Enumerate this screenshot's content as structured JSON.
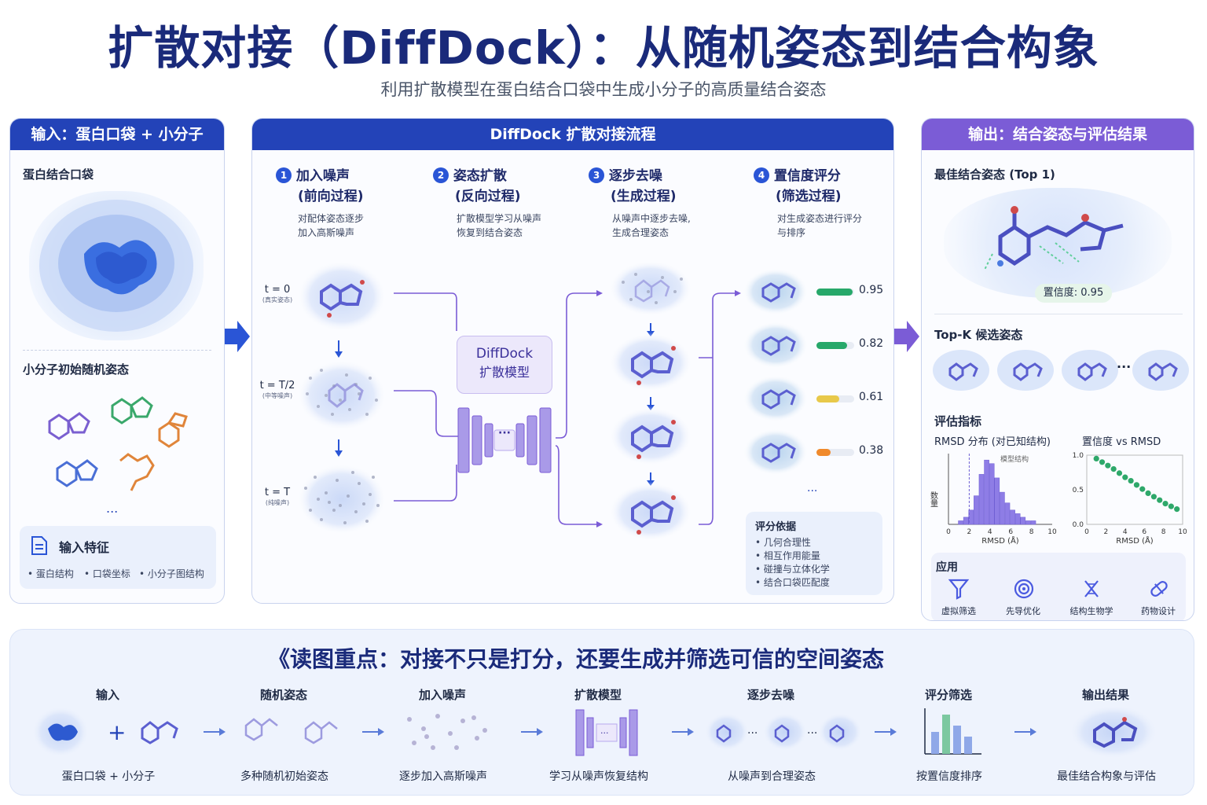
{
  "header": {
    "title": "扩散对接（DiffDock）：从随机姿态到结合构象",
    "subtitle": "利用扩散模型在蛋白结合口袋中生成小分子的高质量结合姿态"
  },
  "left_panel": {
    "header": "输入：蛋白口袋 + 小分子",
    "pocket_title": "蛋白结合口袋",
    "ligand_title": "小分子初始随机姿态",
    "ellipsis": "...",
    "ellipsis2": "···",
    "features_title": "输入特征",
    "features": [
      "• 蛋白结构",
      "• 口袋坐标",
      "• 小分子图结构"
    ]
  },
  "middle_panel": {
    "header": "DiffDock 扩散对接流程",
    "steps": [
      {
        "num": "1",
        "title": "加入噪声",
        "subtitle": "(前向过程)",
        "desc1": "对配体姿态逐步",
        "desc2": "加入高斯噪声"
      },
      {
        "num": "2",
        "title": "姿态扩散",
        "subtitle": "(反向过程)",
        "desc1": "扩散模型学习从噪声",
        "desc2": "恢复到结合姿态"
      },
      {
        "num": "3",
        "title": "逐步去噪",
        "subtitle": "(生成过程)",
        "desc1": "从噪声中逐步去噪,",
        "desc2": "生成合理姿态"
      },
      {
        "num": "4",
        "title": "置信度评分",
        "subtitle": "(筛选过程)",
        "desc1": "对生成姿态进行评分",
        "desc2": "与排序"
      }
    ],
    "time_labels": [
      {
        "t": "t = 0",
        "note": "(真实姿态)"
      },
      {
        "t": "t = T/2",
        "note": "(中等噪声)"
      },
      {
        "t": "t = T",
        "note": "(纯噪声)"
      }
    ],
    "model_box": {
      "line1": "DiffDock",
      "line2": "扩散模型"
    },
    "unet_dots": "···",
    "scores": [
      {
        "value": "0.95",
        "level": 0.95,
        "color": "#27a86a"
      },
      {
        "value": "0.82",
        "level": 0.82,
        "color": "#27a86a"
      },
      {
        "value": "0.61",
        "level": 0.61,
        "color": "#e8c94a"
      },
      {
        "value": "0.38",
        "level": 0.38,
        "color": "#f08a2c"
      }
    ],
    "scores_ellipsis": "...",
    "criteria_title": "评分依据",
    "criteria": [
      "• 几何合理性",
      "• 相互作用能量",
      "• 碰撞与立体化学",
      "• 结合口袋匹配度"
    ]
  },
  "right_panel": {
    "header": "输出：结合姿态与评估结果",
    "best_title": "最佳结合姿态 (Top 1)",
    "confidence_badge": "置信度: 0.95",
    "topk_title": "Top-K 候选姿态",
    "topk_ellipsis": "···",
    "metrics_title": "评估指标",
    "rmsd_title": "RMSD 分布 (对已知结构)",
    "conf_title": "置信度 vs RMSD",
    "apps_title": "应用",
    "apps": [
      "虚拟筛选",
      "先导优化",
      "结构生物学",
      "药物设计"
    ]
  },
  "chart_data": [
    {
      "type": "bar",
      "title": "RMSD 分布 (对已知结构)",
      "xlabel": "RMSD (Å)",
      "ylabel": "数量",
      "annotation": "模型结构",
      "x_ticks": [
        "0",
        "2",
        "4",
        "6",
        "8",
        "10"
      ],
      "bins": [
        1.2,
        1.7,
        2.2,
        2.7,
        3.2,
        3.7,
        4.2,
        4.7,
        5.2,
        5.7,
        6.2,
        6.7,
        7.2,
        7.7,
        8.2
      ],
      "values": [
        1,
        2,
        4,
        8,
        14,
        18,
        17,
        13,
        9,
        6,
        4,
        3,
        2,
        1,
        1
      ],
      "xlim": [
        0,
        10
      ]
    },
    {
      "type": "scatter",
      "title": "置信度 vs RMSD",
      "xlabel": "RMSD (Å)",
      "x_ticks": [
        "0",
        "2",
        "4",
        "6",
        "8",
        "10"
      ],
      "y_ticks": [
        "0.0",
        "0.5",
        "1.0"
      ],
      "x": [
        1.0,
        1.6,
        2.2,
        2.8,
        3.4,
        4.0,
        4.6,
        5.2,
        5.8,
        6.4,
        7.0,
        7.6,
        8.2,
        8.8,
        9.4
      ],
      "y": [
        0.95,
        0.9,
        0.85,
        0.8,
        0.74,
        0.68,
        0.63,
        0.57,
        0.51,
        0.45,
        0.4,
        0.35,
        0.3,
        0.26,
        0.22
      ],
      "xlim": [
        0,
        10
      ],
      "ylim": [
        0,
        1
      ]
    }
  ],
  "bottom": {
    "title": "《读图重点：对接不只是打分，还要生成并筛选可信的空间姿态",
    "steps": [
      {
        "label": "输入",
        "caption": "蛋白口袋 + 小分子"
      },
      {
        "label": "随机姿态",
        "caption": "多种随机初始姿态"
      },
      {
        "label": "加入噪声",
        "caption": "逐步加入高斯噪声"
      },
      {
        "label": "扩散模型",
        "caption": "学习从噪声恢复结构"
      },
      {
        "label": "逐步去噪",
        "caption": "从噪声到合理姿态"
      },
      {
        "label": "评分筛选",
        "caption": "按置信度排序"
      },
      {
        "label": "输出结果",
        "caption": "最佳结合构象与评估"
      }
    ],
    "plus": "+"
  },
  "colors": {
    "primary": "#2343b8",
    "purple": "#7b5cd6",
    "molecule": "#5b5fd0"
  }
}
